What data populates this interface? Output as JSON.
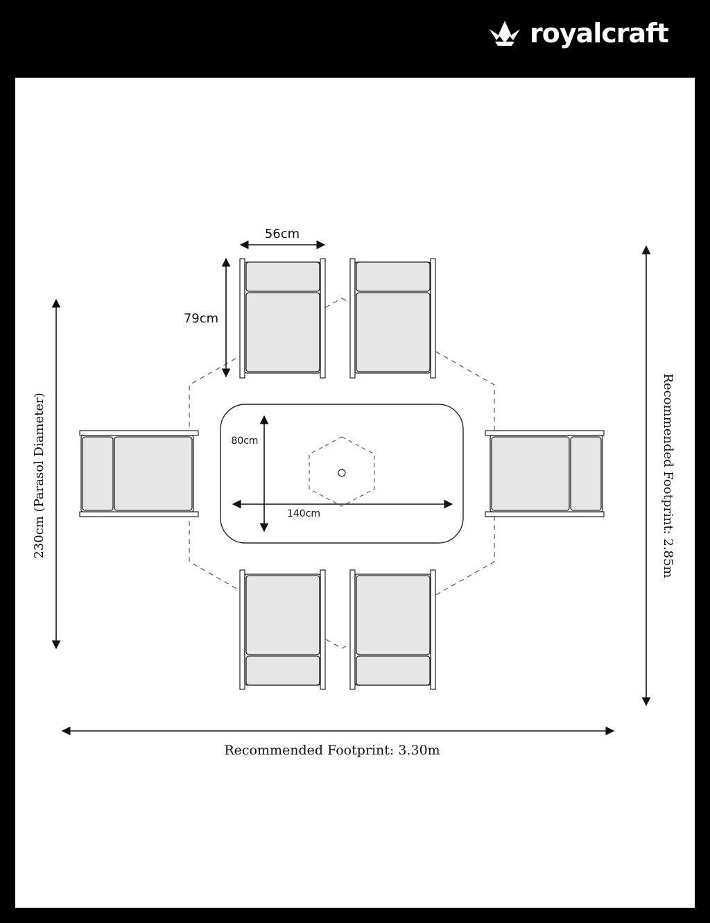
{
  "brand": {
    "name": "royalcraft",
    "logo_icon": "crown-icon",
    "background": "#000000",
    "text_color": "#ffffff"
  },
  "diagram": {
    "chair_fill": "#e6e6e6",
    "line_color": "#222222",
    "labels": {
      "chair_width": "56cm",
      "chair_depth": "79cm",
      "table_depth": "80cm",
      "table_length": "140cm",
      "parasol": "230cm (Parasol Diameter)",
      "footprint_height": "Recommended Footprint: 2.85m",
      "footprint_width": "Recommended Footprint: 3.30m"
    }
  }
}
